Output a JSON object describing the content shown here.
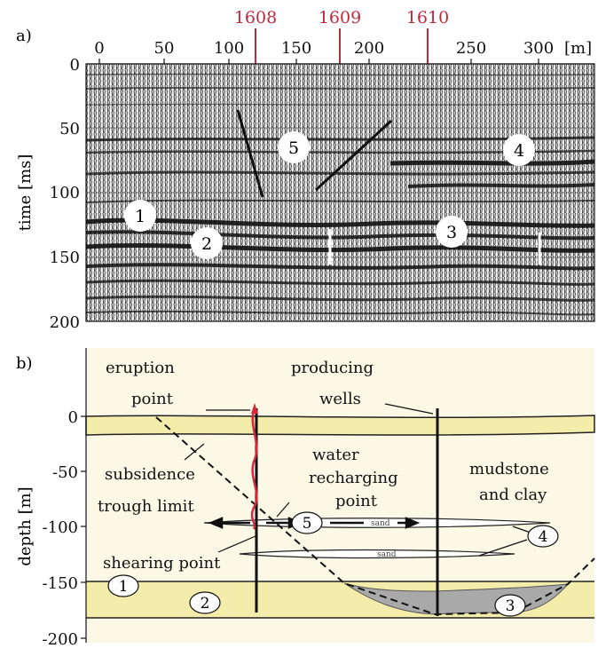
{
  "panel_a": {
    "label": "a)",
    "wells": [
      "1608",
      "1609",
      "1610"
    ],
    "x_ticks": [
      "0",
      "50",
      "100",
      "150",
      "200",
      "250",
      "300"
    ],
    "x_unit": "[m]",
    "y_ticks": [
      "0",
      "50",
      "100",
      "150",
      "200"
    ],
    "y_label": "time [ms]",
    "markers": [
      "1",
      "2",
      "3",
      "4",
      "5"
    ]
  },
  "panel_b": {
    "label": "b)",
    "y_ticks": [
      "0",
      "-50",
      "-100",
      "-150",
      "-200"
    ],
    "y_label": "depth [m]",
    "annotations": {
      "eruption_1": "eruption",
      "eruption_2": "point",
      "producing_1": "producing",
      "producing_2": "wells",
      "subsidence_1": "subsidence",
      "subsidence_2": "trough limit",
      "water_1": "water",
      "water_2": "recharging",
      "water_3": "point",
      "mudstone_1": "mudstone",
      "mudstone_2": "and clay",
      "shearing": "shearing point",
      "sand_1": "sand",
      "sand_2": "sand"
    },
    "markers": [
      "1",
      "2",
      "3",
      "4",
      "5"
    ]
  },
  "colors": {
    "well_red": "#c0283c",
    "sand_yellow": "#f6f0b8",
    "bed_fill": "#f4eed6",
    "trough_grey": "#aaaaaa",
    "eruption_red": "#d9263a"
  }
}
